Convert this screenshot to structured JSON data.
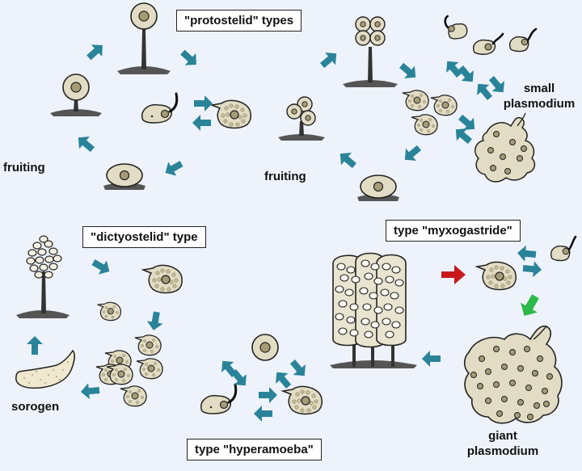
{
  "labels": {
    "protostelid_title": "\"protostelid\" types",
    "fruiting_left": "fruiting",
    "fruiting_mid": "fruiting",
    "small_plasmodium_1": "small",
    "small_plasmodium_2": "plasmodium",
    "dictyostelid_title": "\"dictyostelid\" type",
    "myxogastride_title": "type \"myxogastride\"",
    "sorogen": "sorogen",
    "hyperamoeba_title": "type \"hyperamoeba\"",
    "giant_plasmodium_1": "giant",
    "giant_plasmodium_2": "plasmodium"
  },
  "colors": {
    "background": "#eef3fb",
    "cell_fill": "#e2dcc4",
    "nucleus": "#a59c76",
    "ground": "#555555",
    "arrow_teal": "#2a8499",
    "arrow_red": "#c8181c",
    "arrow_green": "#2eb84a",
    "outline": "#222222"
  }
}
